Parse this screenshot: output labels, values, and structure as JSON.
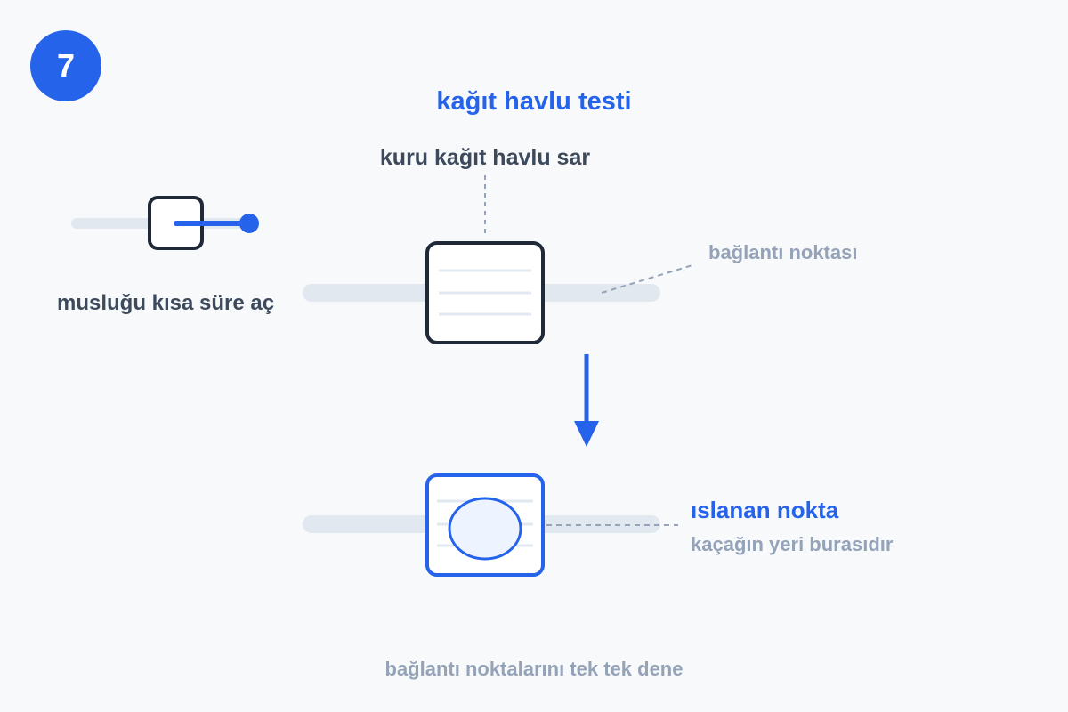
{
  "step": {
    "number": "7"
  },
  "title": "kağıt havlu testi",
  "instructions": {
    "wrap": "kuru kağıt havlu sar",
    "tap": "musluğu kısa süre aç",
    "joint": "bağlantı noktası",
    "wet_spot": "ıslanan nokta",
    "leak": "kaçağın yeri burasıdır",
    "footer": "bağlantı noktalarını tek tek dene"
  },
  "colors": {
    "accent": "#2563eb",
    "dark": "#1f2937",
    "muted": "#94a3b8",
    "pipe": "#e2e8f0",
    "wet_fill": "#eef4ff"
  },
  "icons": [
    "tap-valve-icon",
    "paper-towel-icon",
    "down-arrow-icon",
    "wet-towel-icon"
  ]
}
